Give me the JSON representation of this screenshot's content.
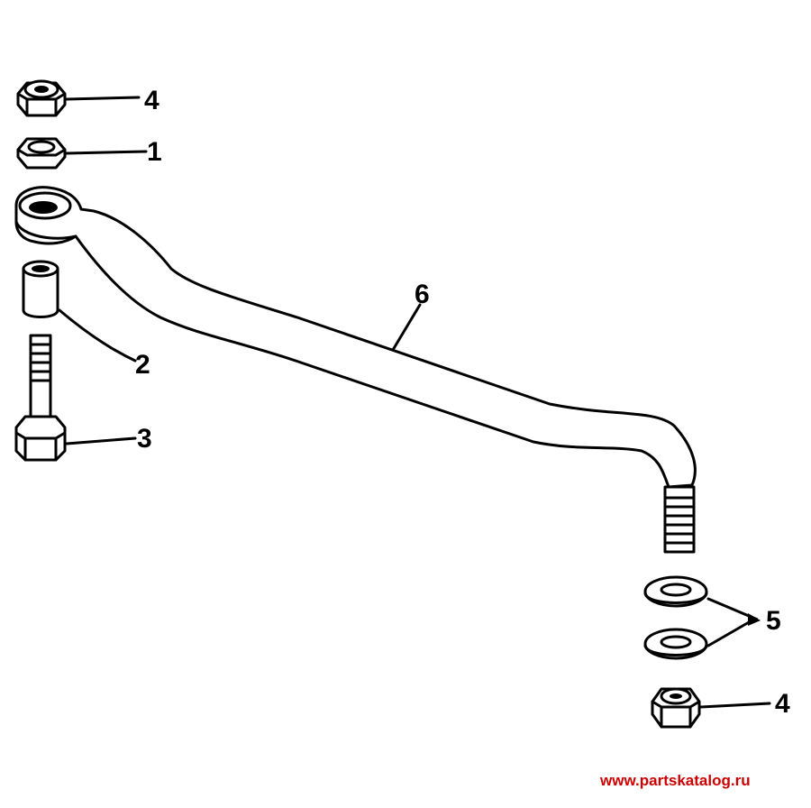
{
  "callouts": {
    "nut_top": "4",
    "washer_top": "1",
    "spacer": "2",
    "bolt": "3",
    "steering_link": "6",
    "washers_bottom": "5",
    "nut_bottom": "4"
  },
  "watermark": "www.partskatalog.ru",
  "colors": {
    "ink": "#000000",
    "background": "#ffffff",
    "watermark": "#cc0000"
  }
}
